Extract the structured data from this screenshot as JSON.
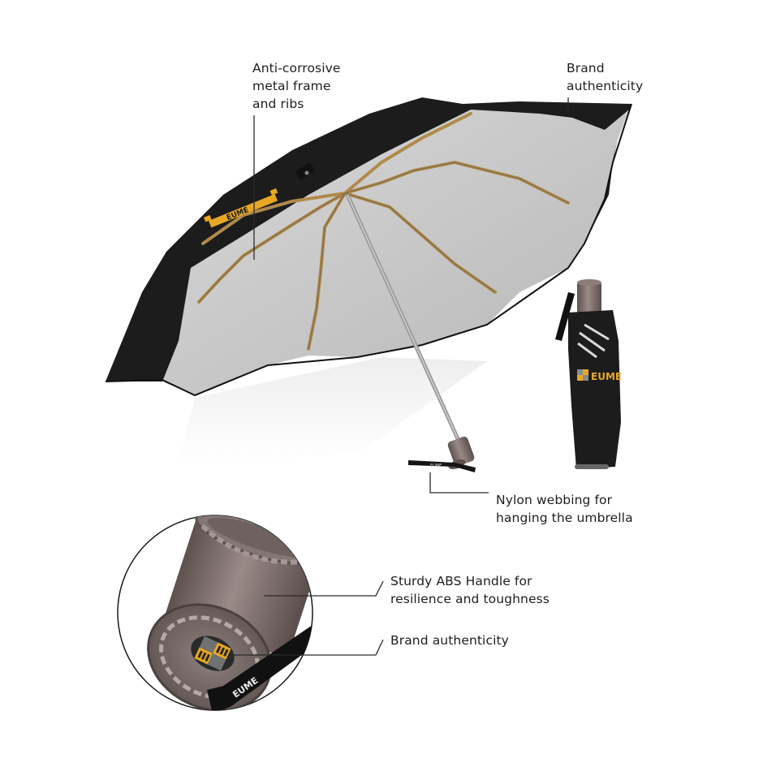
{
  "annotations": {
    "frame": {
      "lines": [
        "Anti-corrosive",
        "metal frame",
        "and ribs"
      ]
    },
    "brand_top": {
      "lines": [
        "Brand",
        "authenticity"
      ]
    },
    "webbing": {
      "lines": [
        "Nylon webbing for",
        "hanging the umbrella"
      ]
    },
    "handle": {
      "lines": [
        "Sturdy ABS Handle for",
        "resilience and toughness"
      ]
    },
    "brand_bottom": {
      "lines": [
        "Brand authenticity"
      ]
    }
  },
  "logo_text": "EUME",
  "colors": {
    "canopy_black": "#1c1c1c",
    "canopy_silver": "#c9c9c9",
    "rib_gold": "#b08a4a",
    "logo_yellow": "#e8a825",
    "handle_bronze": "#7a6a68",
    "line": "#2a2a2a"
  }
}
